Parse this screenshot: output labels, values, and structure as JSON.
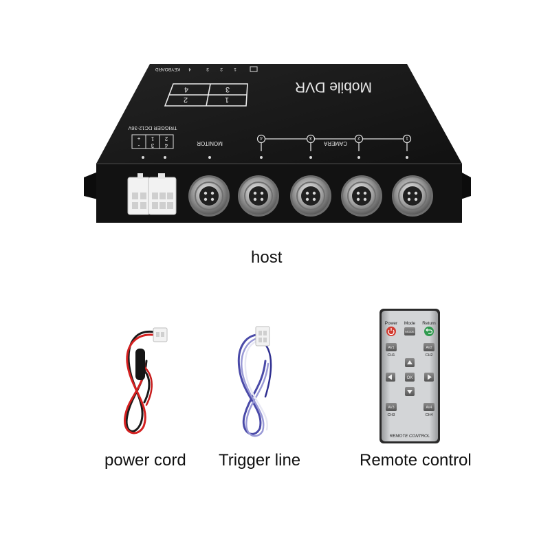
{
  "captions": {
    "host": "host",
    "power_cord": "power cord",
    "trigger_line": "Trigger line",
    "remote_control": "Remote control"
  },
  "dvr": {
    "brand": "Mobile DVR",
    "quad": [
      "1",
      "2",
      "3",
      "4"
    ],
    "keyboard_label": "KEYBOARD",
    "keyboard_pins": [
      "1",
      "2",
      "3",
      "4"
    ],
    "camera_label": "CAMERA",
    "camera_numbers": [
      "1",
      "2",
      "3",
      "4"
    ],
    "monitor_label": "MONITOR",
    "trigger_label": "TRIGGER DC12-36V",
    "trigger_pins": [
      "1",
      "2",
      "3",
      "4"
    ],
    "polarity": [
      "+",
      "-"
    ]
  },
  "remote": {
    "power": "Power",
    "mode": "Mode",
    "mode_btn": "MODE",
    "return": "Return",
    "av1": "AV1",
    "av2": "AV2",
    "av3": "AV3",
    "av4": "AV4",
    "ch1": "CH1",
    "ch2": "CH2",
    "ch3": "CH3",
    "ch4": "CH4",
    "ok": "OK",
    "footer": "REMOTE CONTROL"
  },
  "colors": {
    "chassis": "#141414",
    "remote_body": "#c9cbcd",
    "power_button": "#d23a2f",
    "return_button": "#2f9a4e"
  }
}
